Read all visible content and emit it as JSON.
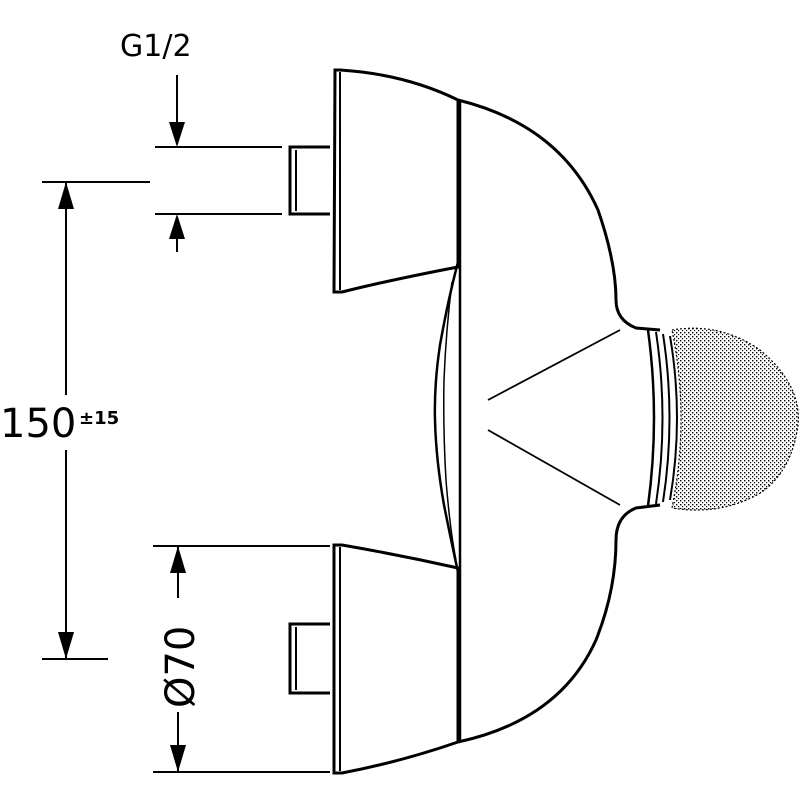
{
  "drawing": {
    "thread_label": "G1/2",
    "height_value": "150",
    "height_tolerance": "±15",
    "diameter_label": "Ø70"
  },
  "colors": {
    "line": "#000000",
    "background": "#ffffff",
    "stipple": "#000000"
  }
}
